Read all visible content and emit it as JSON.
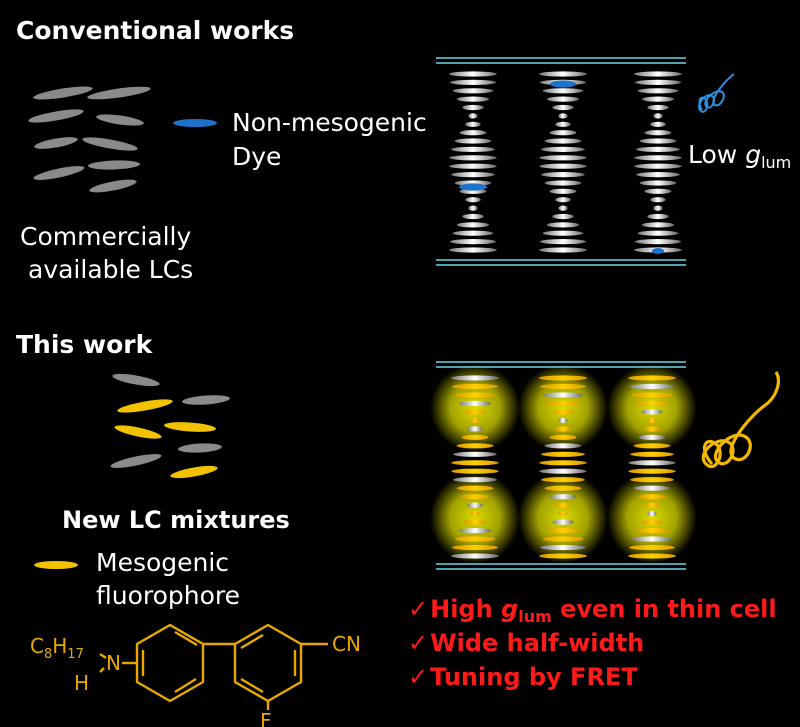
{
  "sections": {
    "conventional": {
      "title": "Conventional works"
    },
    "this_work": {
      "title": "This work"
    }
  },
  "labels": {
    "dye_line1": "Non-mesogenic",
    "dye_line2": "Dye",
    "lcs_line1": "Commercially",
    "lcs_line2": "available LCs",
    "low_prefix": "Low",
    "glum_g": "g",
    "glum_sub": "lum",
    "new_mixtures": "New LC mixtures",
    "meso_line1": "Mesogenic",
    "meso_line2": "fluorophore"
  },
  "features": [
    {
      "check": "✓",
      "prefix": "High ",
      "g": "g",
      "sub": "lum",
      "rest": " even in thin cell"
    },
    {
      "check": "✓",
      "text": "Wide half-width"
    },
    {
      "check": "✓",
      "text": "Tuning by FRET"
    }
  ],
  "molecule": {
    "alkyl_c": "C",
    "alkyl_n1": "8",
    "alkyl_h": "H",
    "alkyl_n2": "17",
    "n_atom": "N",
    "h_atom": "H",
    "cn_group": "CN",
    "f_atom": "F"
  },
  "colors": {
    "background": "#000000",
    "lc_gray": "#8a8a8a",
    "dye_blue": "#1c73c8",
    "fluorophore_yellow": "#f2c200",
    "glow_yellow": "#e8e800",
    "feature_red": "#ff1a1a",
    "substrate_teal": "#5fb8c8",
    "helix_blue": "#2f8fe0",
    "helix_yellow": "#f2b800"
  }
}
